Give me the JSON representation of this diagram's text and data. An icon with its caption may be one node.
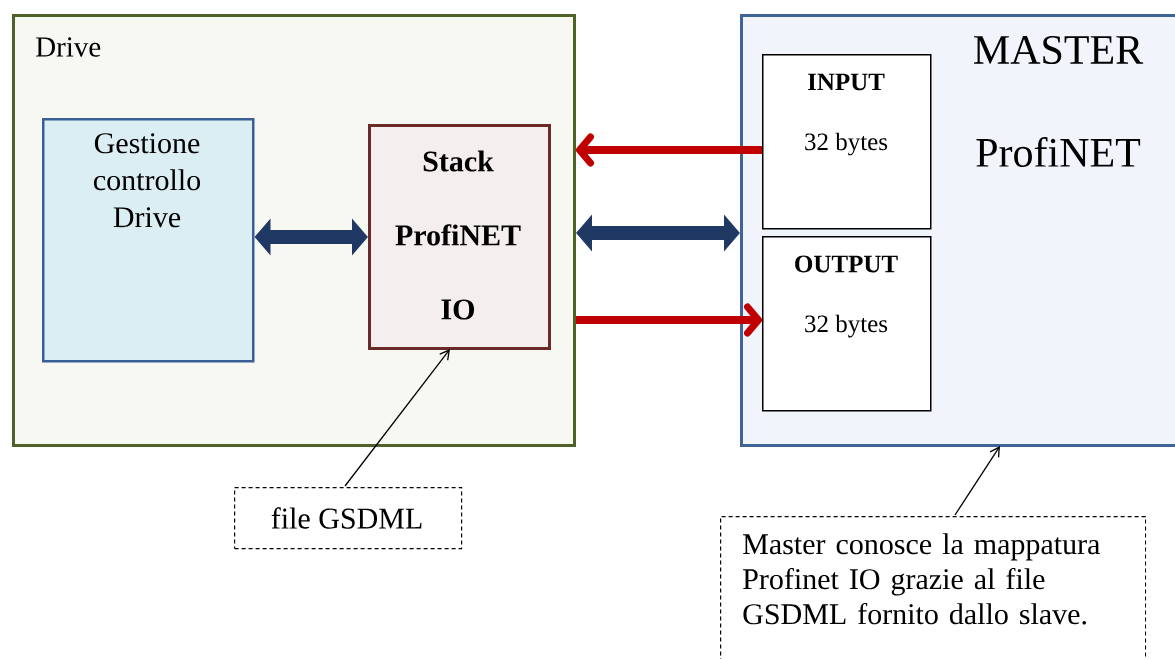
{
  "diagram": {
    "nodes": [
      {
        "text": [
          "Drive"
        ]
      },
      {
        "text": [
          "Gestione controllo Drive"
        ],
        "in": 0
      },
      {
        "text": [
          "Stack ProfiNET IO"
        ],
        "in": 0
      },
      {
        "text": [
          "MASTER",
          "ProfiNET"
        ]
      },
      {
        "text": [
          "INPUT",
          "32 bytes"
        ],
        "in": 3
      },
      {
        "text": [
          "OUTPUT",
          "32 bytes"
        ],
        "in": 3
      },
      {
        "text": [
          "file GSDML"
        ]
      },
      {
        "text": [
          "Master conosce la mappatura Profinet IO grazie al file GSDML fornito dallo slave."
        ]
      }
    ],
    "edges": [
      {
        "from": 1,
        "to": 2,
        "arrow": "both",
        "color": "#1f3864"
      },
      {
        "from": 4,
        "to": 0,
        "arrow": "to",
        "color": "#c00000"
      },
      {
        "from": 0,
        "to": 3,
        "arrow": "both",
        "color": "#1f3864"
      },
      {
        "from": 0,
        "to": 5,
        "arrow": "to",
        "color": "#c00000"
      },
      {
        "from": 6,
        "to": 2,
        "arrow": "to",
        "color": "#000000"
      },
      {
        "from": 7,
        "to": 3,
        "arrow": "to",
        "color": "#000000"
      }
    ]
  }
}
